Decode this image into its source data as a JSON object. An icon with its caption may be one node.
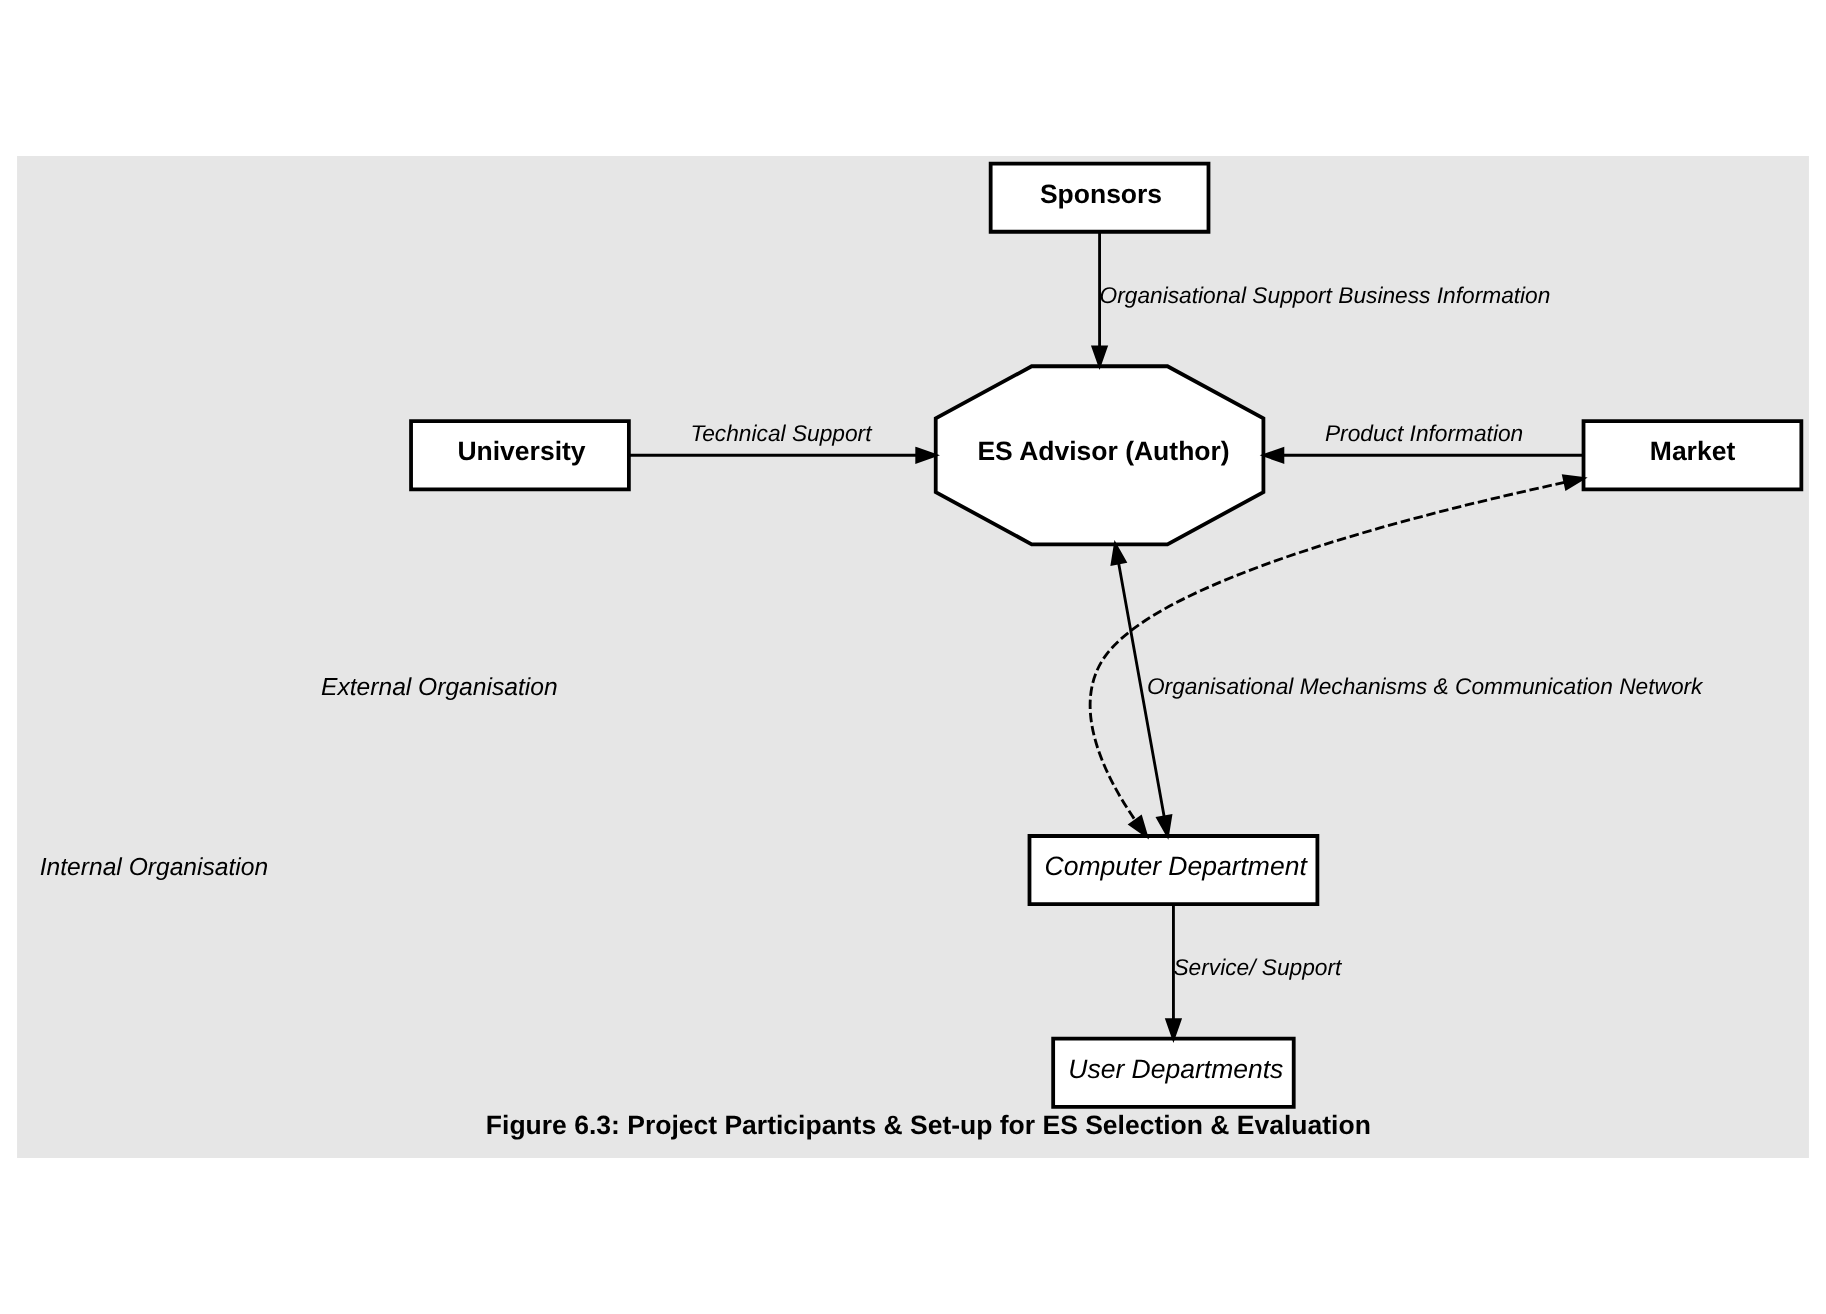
{
  "diagram": {
    "caption": "Figure 6.3: Project Participants & Set-up for ES Selection & Evaluation",
    "nodes": [
      {
        "text": [
          "Sponsors"
        ]
      },
      {
        "text": [
          "University"
        ]
      },
      {
        "text": [
          "ES Advisor (Author)"
        ]
      },
      {
        "text": [
          "Market"
        ]
      },
      {
        "text": [
          "Computer Department"
        ]
      },
      {
        "text": [
          "User Departments"
        ]
      }
    ],
    "edges": [
      {
        "from": 0,
        "to": 2,
        "arrow": "to",
        "label": "Organisational Support Business Information"
      },
      {
        "from": 1,
        "to": 2,
        "arrow": "to",
        "label": "Technical Support"
      },
      {
        "from": 3,
        "to": 2,
        "arrow": "to",
        "label": "Product Information"
      },
      {
        "from": 2,
        "to": 4,
        "arrow": "both",
        "label": "Organisational Mechanisms & Communication Network"
      },
      {
        "from": 3,
        "to": 4,
        "arrow": "both",
        "style": "dashed"
      },
      {
        "from": 4,
        "to": 5,
        "arrow": "to",
        "label": "Service/ Support"
      }
    ],
    "labels": [
      "External Organisation",
      "Internal Organisation"
    ]
  }
}
